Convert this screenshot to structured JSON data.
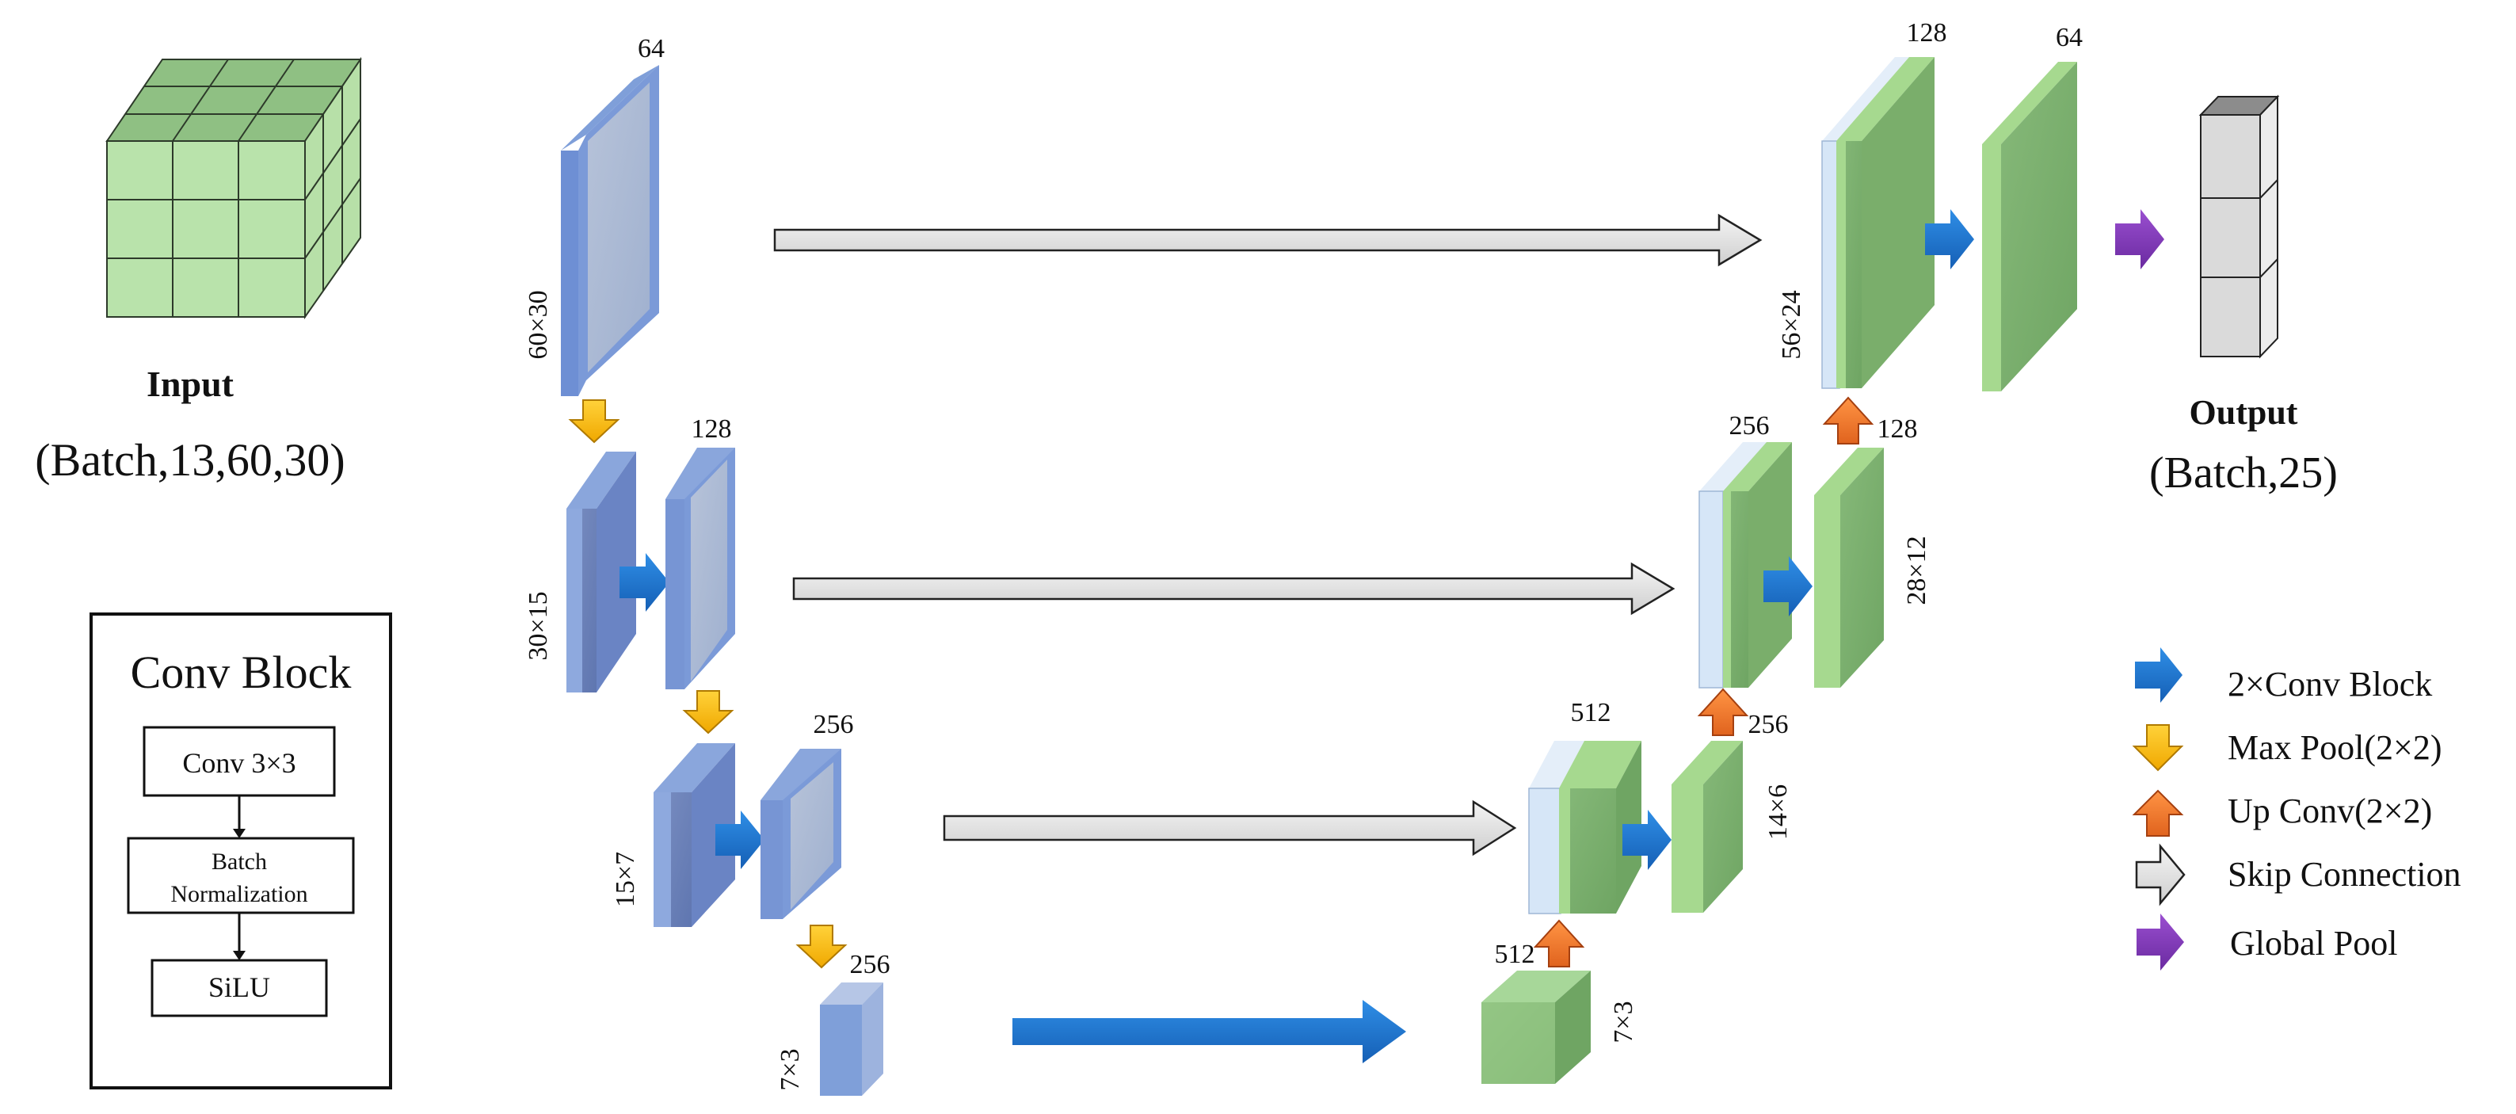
{
  "input": {
    "title": "Input",
    "shape": "(Batch,13,60,30)"
  },
  "output": {
    "title": "Output",
    "shape": "(Batch,25)"
  },
  "conv_block": {
    "title": "Conv Block",
    "steps": [
      "Conv 3×3",
      "Batch",
      "Normalization",
      "SiLU"
    ]
  },
  "encoder": {
    "level1": {
      "channels": "64",
      "size": "60×30"
    },
    "level2": {
      "channels": "128",
      "size": "30×15"
    },
    "level3": {
      "channels": "256",
      "size": "15×7"
    },
    "level4": {
      "channels": "256",
      "size": "7×3"
    }
  },
  "decoder": {
    "level4": {
      "size": "7×3",
      "up_channels": "512"
    },
    "level3": {
      "concat_channels": "512",
      "out_channels": "256",
      "size": "14×6"
    },
    "level2": {
      "concat_channels": "256",
      "out_channels": "128",
      "size": "28×12"
    },
    "level1": {
      "concat_channels": "128",
      "out_channels": "64",
      "size": "56×24"
    }
  },
  "legend": [
    {
      "label": "2×Conv Block",
      "color": "#1f77d4"
    },
    {
      "label": "Max Pool(2×2)",
      "color": "#f5b800"
    },
    {
      "label": "Up Conv(2×2)",
      "color": "#f07a2a"
    },
    {
      "label": "Skip Connection",
      "color": "#d9d9d9"
    },
    {
      "label": "Global Pool",
      "color": "#7a2fb0"
    }
  ],
  "colors": {
    "encoder_face": "#a9b8d4",
    "encoder_side": "#6a8fd0",
    "decoder_face": "#7fb56f",
    "decoder_side": "#a6d98f",
    "skip_face": "#d6e6f7",
    "output_face": "#d9d9d9"
  }
}
